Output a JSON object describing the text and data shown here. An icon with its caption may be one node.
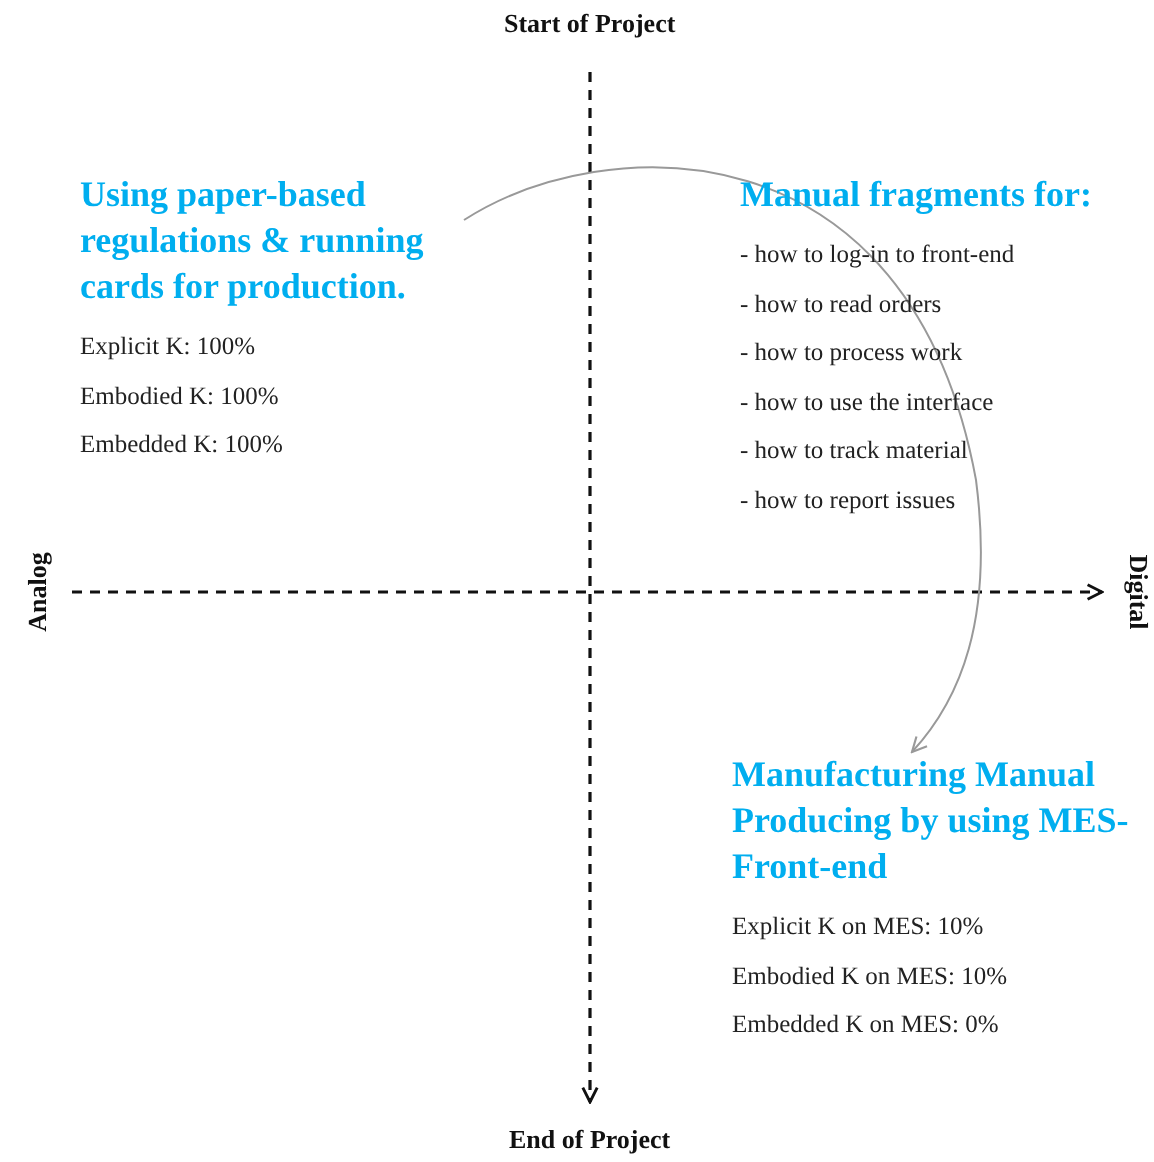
{
  "diagram": {
    "nodes": [
      {
        "text": [
          "Using paper-based regulations & running cards for production.",
          "Explicit K: 100%",
          "Embodied K: 100%",
          "Embedded K: 100%"
        ]
      },
      {
        "text": [
          "Manual fragments for:",
          "- how to log-in to front-end",
          "- how to read orders",
          "- how to process work",
          "- how to use the interface",
          "- how to track material",
          "- how to report issues"
        ]
      },
      {
        "text": [
          "Manufacturing Manual Producing by using MES-Front-end",
          "Explicit K on MES: 10%",
          "Embodied K on MES: 10%",
          "Embedded K on MES: 0%"
        ]
      }
    ],
    "edges": [
      {
        "from": 0,
        "to": 2,
        "arrow": "to"
      }
    ],
    "labels": [
      "Start of Project",
      "Analog",
      "Digital",
      "End of Project"
    ]
  }
}
